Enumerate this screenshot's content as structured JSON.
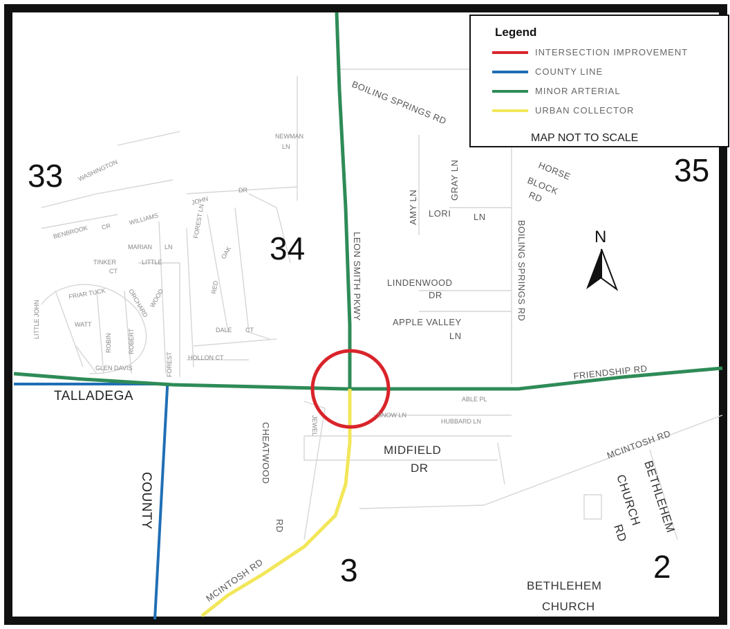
{
  "colors": {
    "intersection": "#d9242b",
    "county_line": "#1f6fb5",
    "minor_arterial": "#2e8b57",
    "urban_collector": "#f2e75a",
    "frame": "#111111"
  },
  "legend": {
    "title": "Legend",
    "items": [
      {
        "label": "INTERSECTION IMPROVEMENT",
        "color": "#d9242b"
      },
      {
        "label": "COUNTY LINE",
        "color": "#1f6fb5"
      },
      {
        "label": "MINOR ARTERIAL",
        "color": "#2e8b57"
      },
      {
        "label": "URBAN COLLECTOR",
        "color": "#f2e75a"
      }
    ],
    "note": "MAP NOT TO SCALE"
  },
  "north_arrow": {
    "label": "N",
    "icon": "north-arrow-icon"
  },
  "sections": {
    "s33": "33",
    "s34": "34",
    "s35": "35",
    "s3": "3",
    "s2": "2"
  },
  "places": {
    "talladega": "TALLADEGA",
    "county": "COUNTY",
    "bethlehem_church_1": "BETHLEHEM",
    "bethlehem_church_2": "CHURCH"
  },
  "roads": {
    "boiling_springs_rd": "BOILING SPRINGS RD",
    "boiling_springs_rd_v": "BOILING SPRINGS RD",
    "horse": "HORSE",
    "block": "BLOCK",
    "rd": "RD",
    "leon_smith": "LEON SMITH PKWY",
    "friendship": "FRIENDSHIP RD",
    "lindenwood_1": "LINDENWOOD",
    "lindenwood_2": "DR",
    "apple_valley_1": "APPLE VALLEY",
    "apple_valley_2": "LN",
    "midfield_1": "MIDFIELD",
    "midfield_2": "DR",
    "mcintosh_sw": "MCINTOSH RD",
    "mcintosh_e": "MCINTOSH RD",
    "cheatwood": "CHEATWOOD",
    "cheatwood_rd": "RD",
    "church_1": "CHURCH",
    "church_2": "RD",
    "bethlehem_v": "BETHLEHEM",
    "amy": "AMY LN",
    "gray": "GRAY LN",
    "lori_1": "LORI",
    "lori_2": "LN",
    "able": "ABLE PL",
    "hubbard": "HUBBARD LN",
    "snow": "SNOW LN",
    "hollon": "HOLLON CT",
    "glen_davis": "GLEN DAVIS",
    "newman": "NEWMAN",
    "newman_ln": "LN",
    "dr_label": "DR",
    "john": "JOHN",
    "williams": "WILLIAMS",
    "cr": "CR",
    "benbrook": "BENBROOK",
    "tinker": "TINKER",
    "ct": "CT",
    "marian": "MARIAN",
    "ln": "LN",
    "little": "LITTLE",
    "forest_ln": "FOREST LN",
    "red": "RED",
    "oak": "OAK",
    "dale": "DALE",
    "friar_tuck": "FRIAR TUCK",
    "watt": "WATT",
    "little_john": "LITTLE JOHN",
    "robin": "ROBIN",
    "robert": "ROBERT",
    "orchard": "ORCHARD",
    "wood": "WOOD",
    "forest": "FOREST",
    "jewel": "JEWEL",
    "washington": "WASHINGTON",
    "ct2": "CT"
  }
}
